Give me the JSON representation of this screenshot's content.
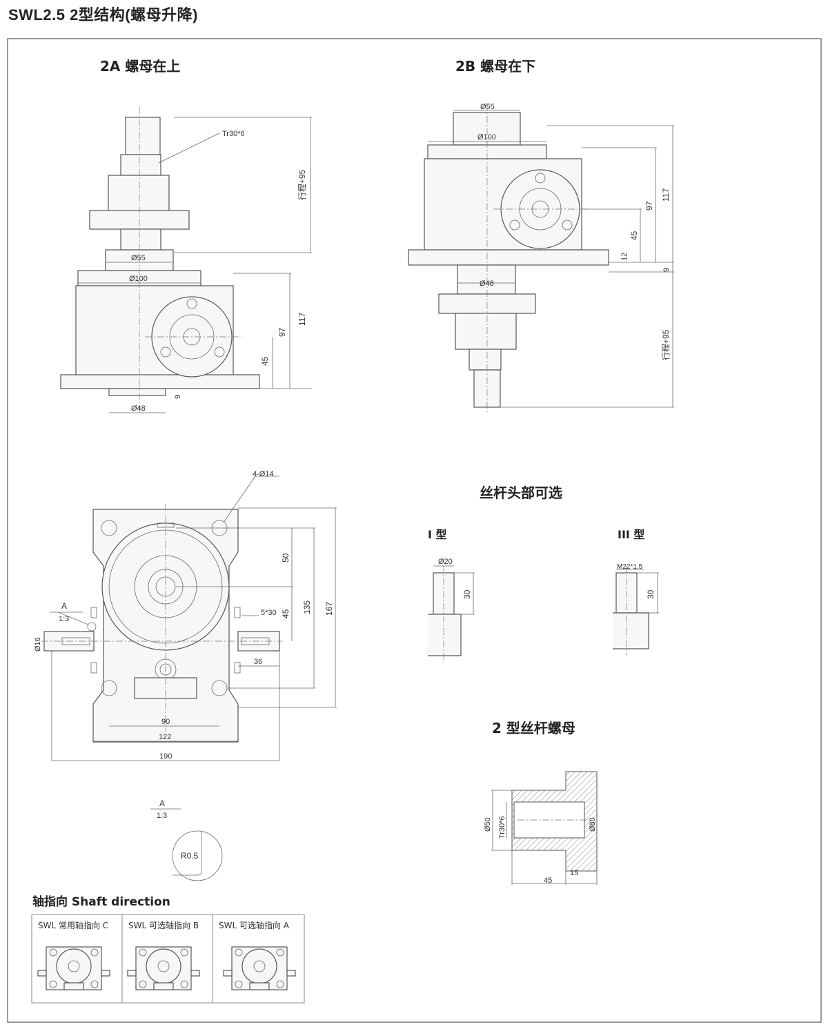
{
  "page": {
    "title": "SWL2.5  2型结构(螺母升降)"
  },
  "view_2a": {
    "title": "2A 螺母在上",
    "thread": "Tr30*6",
    "stroke": "行程+95",
    "d55": "Ø55",
    "d100": "Ø100",
    "h117": "117",
    "h97": "97",
    "h45": "45",
    "h9": "9",
    "d48": "Ø48"
  },
  "view_2b": {
    "title": "2B 螺母在下",
    "d55": "Ø55",
    "d100": "Ø100",
    "h117": "117",
    "h97": "97",
    "h45": "45",
    "h12": "12",
    "h9": "9",
    "d48": "Ø48",
    "stroke": "行程+95"
  },
  "top_view": {
    "holes": "4-Ø14",
    "detail_a": "A",
    "scale": "1:3",
    "shaft_dia": "Ø16",
    "key": "5*30",
    "d50": "50",
    "d135": "135",
    "d167": "167",
    "d45": "45",
    "d36": "36",
    "d90": "90",
    "d122": "122",
    "d190": "190"
  },
  "detail": {
    "label": "A",
    "scale": "1:3",
    "radius": "R0.5"
  },
  "screw_head": {
    "title": "丝杆头部可选",
    "type1": "I 型",
    "type3": "III 型",
    "d20": "Ø20",
    "len1": "30",
    "thread3": "M22*1.5",
    "len3": "30"
  },
  "nut": {
    "title": "2 型丝杆螺母",
    "d50": "Ø50",
    "thread": "Tr30*6",
    "d80": "Ø80",
    "l45": "45",
    "l15": "15"
  },
  "shaft_direction": {
    "title": "轴指向  Shaft direction",
    "options": [
      "SWL 常用轴指向 C",
      "SWL 可选轴指向 B",
      "SWL 可选轴指向 A"
    ]
  }
}
